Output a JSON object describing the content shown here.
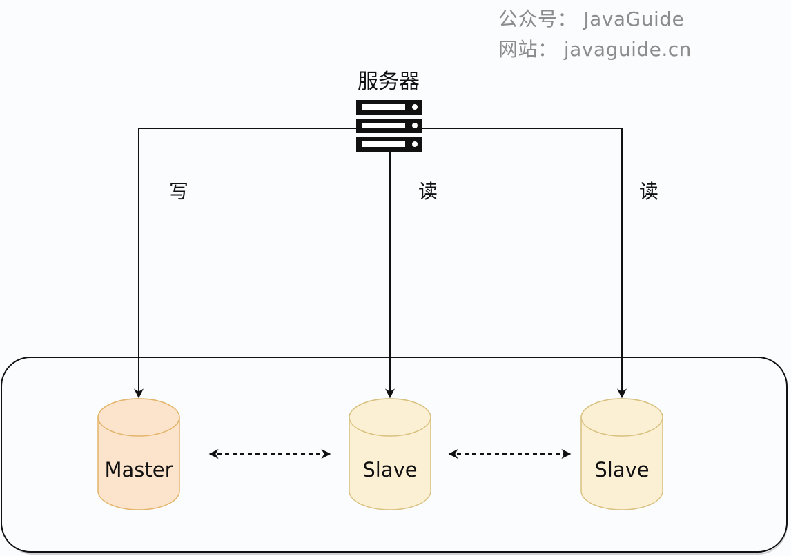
{
  "watermark": {
    "line1": "公众号： JavaGuide",
    "line2": "网站： javaguide.cn"
  },
  "server": {
    "label": "服务器",
    "icon": "server-icon"
  },
  "edges": [
    {
      "from": "server",
      "to": "master",
      "label": "写"
    },
    {
      "from": "server",
      "to": "slave-1",
      "label": "读"
    },
    {
      "from": "server",
      "to": "slave-2",
      "label": "读"
    }
  ],
  "databases": [
    {
      "id": "master",
      "label": "Master",
      "fill": "#fbe4cb",
      "stroke": "#e3b46a"
    },
    {
      "id": "slave-1",
      "label": "Slave",
      "fill": "#fcf0d4",
      "stroke": "#d8c07e"
    },
    {
      "id": "slave-2",
      "label": "Slave",
      "fill": "#fcf0d4",
      "stroke": "#d8c07e"
    }
  ],
  "sync_links": [
    {
      "from": "master",
      "to": "slave-1",
      "style": "dashed",
      "direction": "both"
    },
    {
      "from": "slave-1",
      "to": "slave-2",
      "style": "dashed",
      "direction": "both"
    }
  ]
}
